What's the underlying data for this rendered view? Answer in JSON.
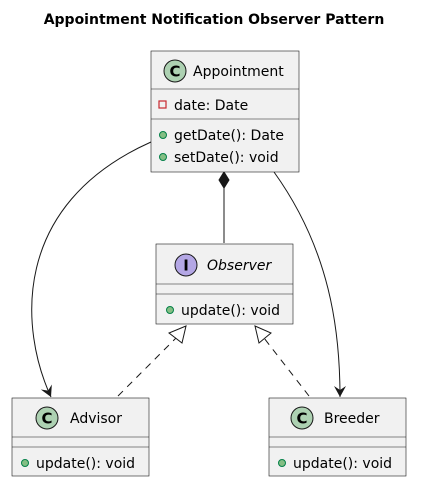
{
  "title": "Appointment Notification Observer Pattern",
  "colors": {
    "box_fill": "#f1f1f1",
    "box_stroke": "#181818",
    "class_circle": "#add1b2",
    "interface_circle": "#b4a7e5",
    "private_field_marker": "#c82930",
    "public_method_marker": "#84be84",
    "line": "#181818"
  },
  "classes": {
    "appointment": {
      "kind": "class",
      "glyph": "C",
      "name": "Appointment",
      "fields": [
        "date: Date"
      ],
      "methods": [
        "getDate(): Date",
        "setDate(): void"
      ]
    },
    "observer": {
      "kind": "interface",
      "glyph": "I",
      "name": "Observer",
      "methods": [
        "update(): void"
      ]
    },
    "advisor": {
      "kind": "class",
      "glyph": "C",
      "name": "Advisor",
      "methods": [
        "update(): void"
      ]
    },
    "breeder": {
      "kind": "class",
      "glyph": "C",
      "name": "Breeder",
      "methods": [
        "update(): void"
      ]
    }
  },
  "relations": [
    {
      "type": "composition",
      "from": "Appointment",
      "to": "Observer"
    },
    {
      "type": "association",
      "from": "Appointment",
      "to": "Advisor"
    },
    {
      "type": "association",
      "from": "Appointment",
      "to": "Breeder"
    },
    {
      "type": "realization",
      "from": "Advisor",
      "to": "Observer"
    },
    {
      "type": "realization",
      "from": "Breeder",
      "to": "Observer"
    }
  ]
}
